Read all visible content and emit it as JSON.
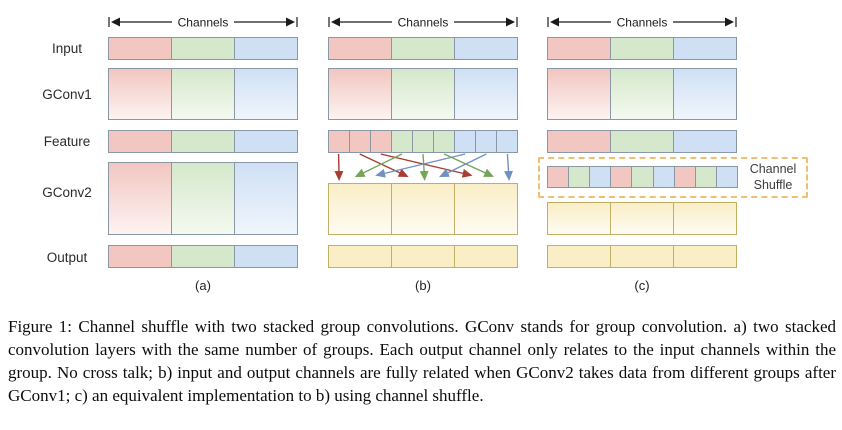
{
  "figure": {
    "channels_label": "Channels",
    "row_labels": [
      "Input",
      "GConv1",
      "Feature",
      "GConv2",
      "Output"
    ],
    "shuffle_label": "Channel Shuffle",
    "colors": {
      "red": "#f2c6c1",
      "red-light": "#fdf3f1",
      "green": "#d5e8cb",
      "green-light": "#f4f9f0",
      "blue": "#cfe0f4",
      "blue-light": "#eff5fc",
      "yellow": "#faeec6",
      "yellow-light": "#fefbf2",
      "block-border": "#8a97a6",
      "yellow-border": "#bfb065",
      "arrow-red": "#a93d31",
      "arrow-green": "#74a559",
      "arrow-blue": "#7191c2",
      "dash-border": "#efbf72"
    },
    "panels": [
      {
        "letter": "(a)",
        "input": [
          "red",
          "green",
          "blue"
        ],
        "gconv1": [
          "red",
          "green",
          "blue"
        ],
        "feature": [
          "red",
          "green",
          "blue"
        ],
        "gconv2": [
          "red",
          "green",
          "blue"
        ],
        "output": [
          "red",
          "green",
          "blue"
        ]
      },
      {
        "letter": "(b)",
        "input": [
          "red",
          "green",
          "blue"
        ],
        "gconv1": [
          "red",
          "green",
          "blue"
        ],
        "feature": [
          "red",
          "red",
          "red",
          "green",
          "green",
          "green",
          "blue",
          "blue",
          "blue"
        ],
        "gconv2": [
          "yellow",
          "yellow",
          "yellow"
        ],
        "output": [
          "yellow",
          "yellow",
          "yellow"
        ],
        "arrows": [
          {
            "color": "red",
            "from": 0,
            "to": 0
          },
          {
            "color": "red",
            "from": 1,
            "to": 1
          },
          {
            "color": "red",
            "from": 2,
            "to": 2
          },
          {
            "color": "green",
            "from": 3,
            "to": 0
          },
          {
            "color": "green",
            "from": 4,
            "to": 1
          },
          {
            "color": "green",
            "from": 5,
            "to": 2
          },
          {
            "color": "blue",
            "from": 6,
            "to": 0
          },
          {
            "color": "blue",
            "from": 7,
            "to": 1
          },
          {
            "color": "blue",
            "from": 8,
            "to": 2
          }
        ]
      },
      {
        "letter": "(c)",
        "input": [
          "red",
          "green",
          "blue"
        ],
        "gconv1": [
          "red",
          "green",
          "blue"
        ],
        "feature": [
          "red",
          "green",
          "blue"
        ],
        "shuffled": [
          "red",
          "green",
          "blue",
          "red",
          "green",
          "blue",
          "red",
          "green",
          "blue"
        ],
        "gconv2": [
          "yellow",
          "yellow",
          "yellow"
        ],
        "output": [
          "yellow",
          "yellow",
          "yellow"
        ]
      }
    ]
  },
  "caption": {
    "text": "Figure 1: Channel shuffle with two stacked group convolutions. GConv stands for group convolution. a) two stacked convolution layers with the same number of groups. Each output channel only relates to the input channels within the group. No cross talk; b) input and output channels are fully related when GConv2 takes data from different groups after GConv1; c) an equivalent implementation to b) using channel shuffle."
  }
}
